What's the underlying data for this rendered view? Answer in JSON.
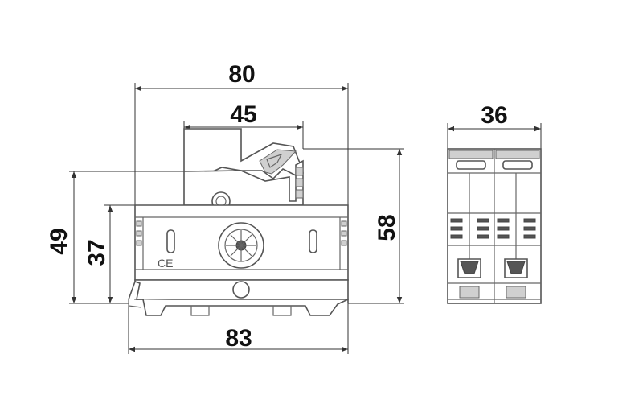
{
  "drawing": {
    "front_view": {
      "dimensions": {
        "overall_top": "80",
        "inner_top": "45",
        "bottom_width": "83",
        "height_outer": "49",
        "height_inner": "37",
        "height_right": "58"
      },
      "ce_mark": "CE"
    },
    "side_view": {
      "dimensions": {
        "width": "36"
      }
    }
  }
}
